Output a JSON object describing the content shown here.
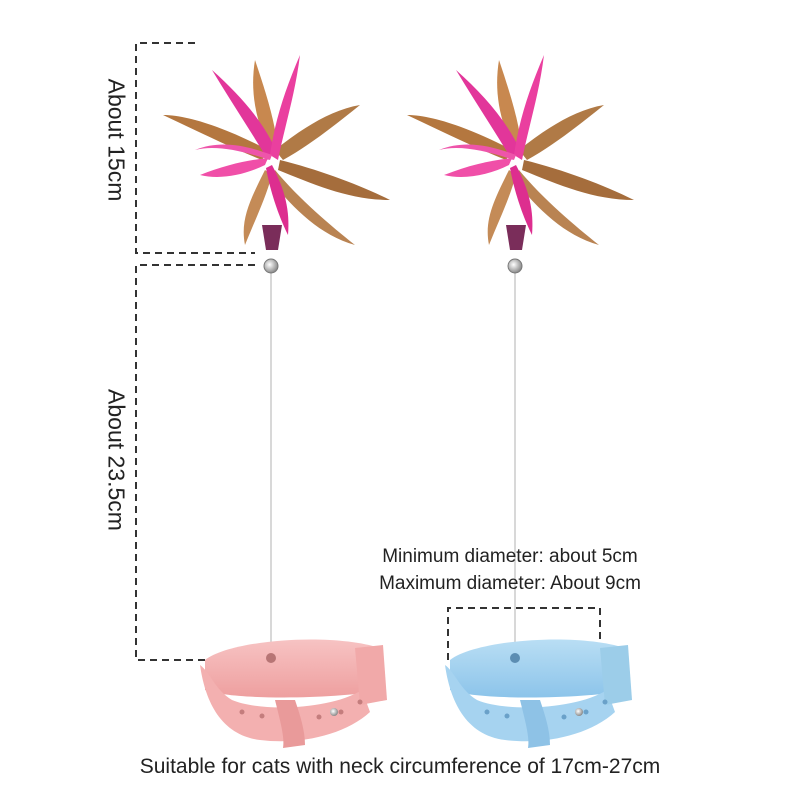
{
  "labels": {
    "feather_length": "About 15cm",
    "wire_length": "About 23.5cm",
    "min_diameter": "Minimum diameter: about 5cm",
    "max_diameter": "Maximum diameter: About 9cm",
    "caption": "Suitable for cats with neck circumference of 17cm-27cm"
  },
  "colors": {
    "pink_collar": "#f4b4b4",
    "blue_collar": "#a9d6f2",
    "feather_pink": "#e8338f",
    "feather_brown": "#b97a48",
    "dashed_line": "#333333"
  },
  "products": [
    {
      "collar_color": "pink"
    },
    {
      "collar_color": "blue"
    }
  ]
}
